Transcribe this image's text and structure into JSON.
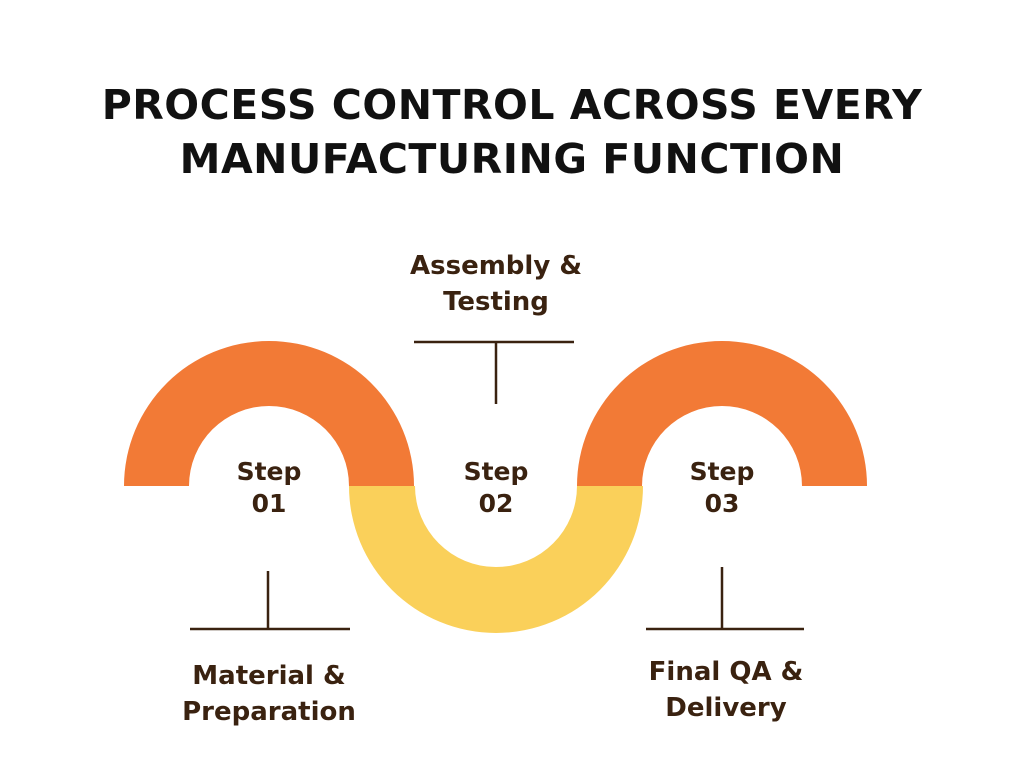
{
  "title": {
    "line1": "PROCESS CONTROL ACROSS EVERY",
    "line2": "MANUFACTURING FUNCTION"
  },
  "colors": {
    "orange": "#f27a36",
    "yellow": "#fad05a",
    "text": "#3a2210",
    "line": "#3a2210"
  },
  "steps": [
    {
      "step_word": "Step",
      "step_number": "01",
      "label_line1": "Material &",
      "label_line2": "Preparation"
    },
    {
      "step_word": "Step",
      "step_number": "02",
      "label_line1": "Assembly &",
      "label_line2": "Testing"
    },
    {
      "step_word": "Step",
      "step_number": "03",
      "label_line1": "Final QA &",
      "label_line2": "Delivery"
    }
  ]
}
